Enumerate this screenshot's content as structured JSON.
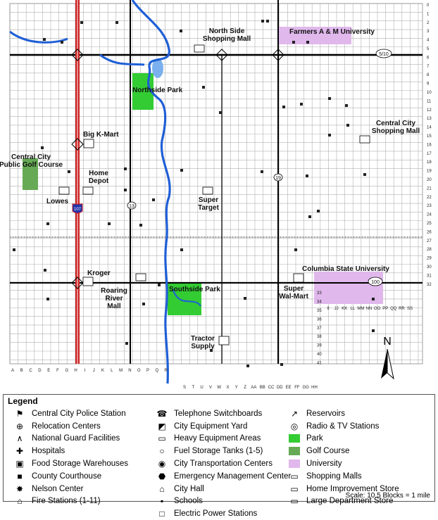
{
  "labels": {
    "north_side_mall": [
      "North Side",
      "Shopping Mall"
    ],
    "farmers_univ": "Farmers A & M University",
    "northside_park": "Northside Park",
    "central_city_mall": [
      "Central City",
      "Shopping Mall"
    ],
    "big_k_mart": "Big K-Mart",
    "golf_course": [
      "Central City",
      "Public Golf Course"
    ],
    "home_depot": [
      "Home",
      "Depot"
    ],
    "lowes": "Lowes",
    "super_target": [
      "Super",
      "Target"
    ],
    "kroger": "Kroger",
    "roaring_river_mall": [
      "Roaring",
      "River",
      "Mall"
    ],
    "southside_park": "Southside Park",
    "columbia_univ": "Columbia State University",
    "super_walmart": [
      "Super",
      "Wal-Mart"
    ],
    "tractor_supply": [
      "Tractor",
      "Supply"
    ]
  },
  "highways": {
    "interstate": "107",
    "route_5_10": "5/10",
    "route_13": "13",
    "route_19": "19",
    "route_100": "100"
  },
  "street_letters_west": [
    "A",
    "B",
    "C",
    "D",
    "E",
    "F",
    "G",
    "H",
    "I",
    "J",
    "K",
    "L",
    "M",
    "N",
    "O",
    "P",
    "Q",
    "R"
  ],
  "street_letters_east": [
    "S",
    "T",
    "U",
    "V",
    "W",
    "X",
    "Y",
    "Z",
    "AA",
    "BB",
    "CC",
    "DD",
    "EE",
    "FF",
    "GG",
    "HH"
  ],
  "street_letters_se": [
    "II",
    "JJ",
    "KK",
    "LL",
    "MM",
    "NN",
    "OO",
    "PP",
    "QQ",
    "RR",
    "SS"
  ],
  "street_numbers": [
    "0",
    "1",
    "2",
    "3",
    "4",
    "5",
    "6",
    "7",
    "8",
    "9",
    "10",
    "11",
    "12",
    "13",
    "14",
    "15",
    "16",
    "17",
    "18",
    "19",
    "20",
    "21",
    "22",
    "23",
    "24",
    "25",
    "26",
    "27",
    "28",
    "29",
    "30",
    "31",
    "32",
    "33",
    "34",
    "35",
    "36",
    "37",
    "38",
    "39",
    "40",
    "41"
  ],
  "legend": {
    "title": "Legend",
    "col1": [
      {
        "icon": "police-icon",
        "label": "Central City Police Station"
      },
      {
        "icon": "relocation-icon",
        "label": "Relocation Centers"
      },
      {
        "icon": "national-guard-icon",
        "label": "National Guard Facilities"
      },
      {
        "icon": "hospital-icon",
        "label": "Hospitals"
      },
      {
        "icon": "food-storage-icon",
        "label": "Food Storage Warehouses"
      },
      {
        "icon": "courthouse-icon",
        "label": "County Courthouse"
      },
      {
        "icon": "nelson-center-icon",
        "label": "Nelson Center"
      },
      {
        "icon": "fire-station-icon",
        "label": "Fire Stations (1-11)"
      }
    ],
    "col2": [
      {
        "icon": "telephone-icon",
        "label": "Telephone Switchboards"
      },
      {
        "icon": "equipment-yard-icon",
        "label": "City Equipment Yard"
      },
      {
        "icon": "heavy-equipment-icon",
        "label": "Heavy Equipment Areas"
      },
      {
        "icon": "fuel-tank-icon",
        "label": "Fuel Storage Tanks (1-5)"
      },
      {
        "icon": "transportation-icon",
        "label": "City Transportation Centers"
      },
      {
        "icon": "emergency-center-icon",
        "label": "Emergency Management Center"
      },
      {
        "icon": "city-hall-icon",
        "label": "City Hall"
      },
      {
        "icon": "school-icon",
        "label": "Schools"
      },
      {
        "icon": "power-station-icon",
        "label": "Electric Power Stations"
      }
    ],
    "col3": [
      {
        "icon": "reservoir-icon",
        "label": "Reservoirs"
      },
      {
        "icon": "radio-tv-icon",
        "label": "Radio & TV Stations"
      },
      {
        "icon": "park-swatch",
        "label": "Park",
        "color": "#33cc33"
      },
      {
        "icon": "golf-swatch",
        "label": "Golf Course",
        "color": "#66aa55"
      },
      {
        "icon": "university-swatch",
        "label": "University",
        "color": "#e0b8ec"
      },
      {
        "icon": "shopping-mall-icon",
        "label": "Shopping Malls"
      },
      {
        "icon": "home-improvement-icon",
        "label": "Home Improvement Store"
      },
      {
        "icon": "department-store-icon",
        "label": "Large Department Store"
      }
    ],
    "scale": "Scale: 10.5 Blocks = 1 mile"
  },
  "colors": {
    "interstate": "#cc2222",
    "river": "#1f5fd6",
    "park": "#33cc33",
    "golf": "#66aa55",
    "university": "#e0b8ec",
    "grid": "#b0b0b0",
    "road": "#000000"
  }
}
